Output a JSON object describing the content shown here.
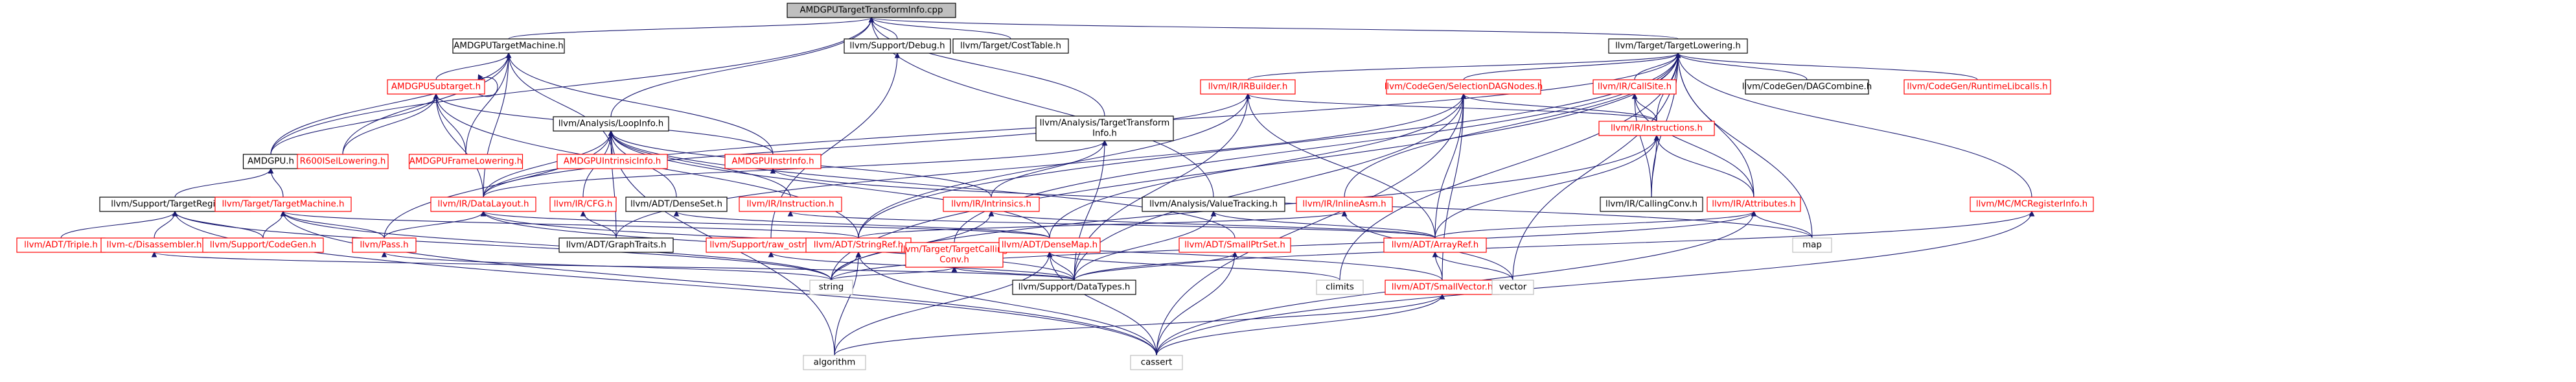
{
  "nodes": [
    {
      "id": "root",
      "label": "AMDGPUTargetTransformInfo.cpp",
      "style": "root"
    },
    {
      "id": "tm",
      "label": "AMDGPUTargetMachine.h",
      "style": "normal"
    },
    {
      "id": "debug",
      "label": "llvm/Support/Debug.h",
      "style": "normal"
    },
    {
      "id": "costtable",
      "label": "llvm/Target/CostTable.h",
      "style": "normal"
    },
    {
      "id": "tl",
      "label": "llvm/Target/TargetLowering.h",
      "style": "normal"
    },
    {
      "id": "subtarget",
      "label": "AMDGPUSubtarget.h",
      "style": "red"
    },
    {
      "id": "amdgpuh",
      "label": "AMDGPU.h",
      "style": "normal"
    },
    {
      "id": "r600",
      "label": "R600ISelLowering.h",
      "style": "red"
    },
    {
      "id": "framelow",
      "label": "AMDGPUFrameLowering.h",
      "style": "red"
    },
    {
      "id": "intrinsicinfo",
      "label": "AMDGPUIntrinsicInfo.h",
      "style": "red"
    },
    {
      "id": "instrinfo",
      "label": "AMDGPUInstrInfo.h",
      "style": "red"
    },
    {
      "id": "loopinfo",
      "label": "llvm/Analysis/LoopInfo.h",
      "style": "normal"
    },
    {
      "id": "tti",
      "label": "llvm/Analysis/TargetTransform Info.h",
      "style": "normal"
    },
    {
      "id": "valuetracking",
      "label": "llvm/Analysis/ValueTracking.h",
      "style": "normal"
    },
    {
      "id": "irbuilder",
      "label": "llvm/IR/IRBuilder.h",
      "style": "red"
    },
    {
      "id": "seldag",
      "label": "llvm/CodeGen/SelectionDAGNodes.h",
      "style": "red"
    },
    {
      "id": "callsite",
      "label": "llvm/IR/CallSite.h",
      "style": "red"
    },
    {
      "id": "dagcombine",
      "label": "llvm/CodeGen/DAGCombine.h",
      "style": "normal"
    },
    {
      "id": "rtlibcalls",
      "label": "llvm/CodeGen/RuntimeLibcalls.h",
      "style": "red"
    },
    {
      "id": "targetregistry",
      "label": "llvm/Support/TargetRegistry.h",
      "style": "normal"
    },
    {
      "id": "targetmachine",
      "label": "llvm/Target/TargetMachine.h",
      "style": "red"
    },
    {
      "id": "datalayout",
      "label": "llvm/IR/DataLayout.h",
      "style": "red"
    },
    {
      "id": "cfg",
      "label": "llvm/IR/CFG.h",
      "style": "red"
    },
    {
      "id": "denseset",
      "label": "llvm/ADT/DenseSet.h",
      "style": "normal"
    },
    {
      "id": "instruction",
      "label": "llvm/IR/Instruction.h",
      "style": "red"
    },
    {
      "id": "intrinsics",
      "label": "llvm/IR/Intrinsics.h",
      "style": "red"
    },
    {
      "id": "rawostream",
      "label": "llvm/Support/raw_ostream.h",
      "style": "red"
    },
    {
      "id": "inlineasm",
      "label": "llvm/IR/InlineAsm.h",
      "style": "red"
    },
    {
      "id": "instructions",
      "label": "llvm/IR/Instructions.h",
      "style": "red"
    },
    {
      "id": "callingconv",
      "label": "llvm/IR/CallingConv.h",
      "style": "normal"
    },
    {
      "id": "attributes",
      "label": "llvm/IR/Attributes.h",
      "style": "red"
    },
    {
      "id": "mcreginfo",
      "label": "llvm/MC/MCRegisterInfo.h",
      "style": "red"
    },
    {
      "id": "triple",
      "label": "llvm/ADT/Triple.h",
      "style": "red"
    },
    {
      "id": "disassembler",
      "label": "llvm-c/Disassembler.h",
      "style": "red"
    },
    {
      "id": "codegen",
      "label": "llvm/Support/CodeGen.h",
      "style": "red"
    },
    {
      "id": "pass",
      "label": "llvm/Pass.h",
      "style": "red"
    },
    {
      "id": "graphtraits",
      "label": "llvm/ADT/GraphTraits.h",
      "style": "normal"
    },
    {
      "id": "stringref",
      "label": "llvm/ADT/StringRef.h",
      "style": "red"
    },
    {
      "id": "tcc",
      "label": "llvm/Target/TargetCalling Conv.h",
      "style": "red"
    },
    {
      "id": "densemap",
      "label": "llvm/ADT/DenseMap.h",
      "style": "red"
    },
    {
      "id": "smallptrset",
      "label": "llvm/ADT/SmallPtrSet.h",
      "style": "red"
    },
    {
      "id": "arrayref",
      "label": "llvm/ADT/ArrayRef.h",
      "style": "red"
    },
    {
      "id": "map",
      "label": "map",
      "style": "ext"
    },
    {
      "id": "string",
      "label": "string",
      "style": "ext"
    },
    {
      "id": "datatypes",
      "label": "llvm/Support/DataTypes.h",
      "style": "normal"
    },
    {
      "id": "climits",
      "label": "climits",
      "style": "ext"
    },
    {
      "id": "smallvector",
      "label": "llvm/ADT/SmallVector.h",
      "style": "red"
    },
    {
      "id": "vector",
      "label": "vector",
      "style": "ext"
    },
    {
      "id": "algorithm",
      "label": "algorithm",
      "style": "ext"
    },
    {
      "id": "cassert",
      "label": "cassert",
      "style": "ext"
    }
  ],
  "edges": [
    [
      "root",
      "tm"
    ],
    [
      "root",
      "debug"
    ],
    [
      "root",
      "costtable"
    ],
    [
      "root",
      "tl"
    ],
    [
      "root",
      "amdgpuh"
    ],
    [
      "root",
      "loopinfo"
    ],
    [
      "root",
      "tti"
    ],
    [
      "root",
      "valuetracking"
    ],
    [
      "tm",
      "subtarget"
    ],
    [
      "tm",
      "amdgpuh"
    ],
    [
      "tm",
      "r600"
    ],
    [
      "tm",
      "framelow"
    ],
    [
      "tm",
      "intrinsicinfo"
    ],
    [
      "tm",
      "instrinfo"
    ],
    [
      "tm",
      "datalayout"
    ],
    [
      "subtarget",
      "subtarget"
    ],
    [
      "subtarget",
      "amdgpuh"
    ],
    [
      "subtarget",
      "r600"
    ],
    [
      "subtarget",
      "framelow"
    ],
    [
      "subtarget",
      "instrinfo"
    ],
    [
      "subtarget",
      "datalayout"
    ],
    [
      "subtarget",
      "stringref"
    ],
    [
      "amdgpuh",
      "targetregistry"
    ],
    [
      "amdgpuh",
      "targetmachine"
    ],
    [
      "debug",
      "rawostream"
    ],
    [
      "tl",
      "irbuilder"
    ],
    [
      "tl",
      "seldag"
    ],
    [
      "tl",
      "callsite"
    ],
    [
      "tl",
      "dagcombine"
    ],
    [
      "tl",
      "rtlibcalls"
    ],
    [
      "tl",
      "instructions"
    ],
    [
      "tl",
      "callingconv"
    ],
    [
      "tl",
      "attributes"
    ],
    [
      "tl",
      "mcreginfo"
    ],
    [
      "tl",
      "inlineasm"
    ],
    [
      "tl",
      "datalayout"
    ],
    [
      "tl",
      "tcc"
    ],
    [
      "tl",
      "stringref"
    ],
    [
      "tl",
      "map"
    ],
    [
      "tl",
      "climits"
    ],
    [
      "tl",
      "vector"
    ],
    [
      "tl",
      "string"
    ],
    [
      "loopinfo",
      "datalayout"
    ],
    [
      "loopinfo",
      "cfg"
    ],
    [
      "loopinfo",
      "denseset"
    ],
    [
      "loopinfo",
      "instruction"
    ],
    [
      "loopinfo",
      "pass"
    ],
    [
      "loopinfo",
      "graphtraits"
    ],
    [
      "loopinfo",
      "smallptrset"
    ],
    [
      "loopinfo",
      "densemap"
    ],
    [
      "loopinfo",
      "algorithm"
    ],
    [
      "loopinfo",
      "intrinsics"
    ],
    [
      "tti",
      "datalayout"
    ],
    [
      "tti",
      "intrinsics"
    ],
    [
      "tti",
      "datatypes"
    ],
    [
      "valuetracking",
      "arrayref"
    ],
    [
      "valuetracking",
      "datatypes"
    ],
    [
      "irbuilder",
      "instructions"
    ],
    [
      "irbuilder",
      "arrayref"
    ],
    [
      "irbuilder",
      "datalayout"
    ],
    [
      "irbuilder",
      "stringref"
    ],
    [
      "irbuilder",
      "datatypes"
    ],
    [
      "seldag",
      "instructions"
    ],
    [
      "seldag",
      "arrayref"
    ],
    [
      "seldag",
      "densemap"
    ],
    [
      "seldag",
      "smallvector"
    ],
    [
      "seldag",
      "datatypes"
    ],
    [
      "seldag",
      "cassert"
    ],
    [
      "seldag",
      "graphtraits"
    ],
    [
      "callsite",
      "instructions"
    ],
    [
      "callsite",
      "attributes"
    ],
    [
      "callsite",
      "callingconv"
    ],
    [
      "instructions",
      "attributes"
    ],
    [
      "instructions",
      "callingconv"
    ],
    [
      "instructions",
      "arrayref"
    ],
    [
      "instructions",
      "string"
    ],
    [
      "attributes",
      "arrayref"
    ],
    [
      "attributes",
      "map"
    ],
    [
      "attributes",
      "string"
    ],
    [
      "attributes",
      "cassert"
    ],
    [
      "mcreginfo",
      "datatypes"
    ],
    [
      "mcreginfo",
      "cassert"
    ],
    [
      "inlineasm",
      "stringref"
    ],
    [
      "inlineasm",
      "vector"
    ],
    [
      "targetregistry",
      "triple"
    ],
    [
      "targetregistry",
      "disassembler"
    ],
    [
      "targetregistry",
      "codegen"
    ],
    [
      "targetregistry",
      "string"
    ],
    [
      "targetregistry",
      "cassert"
    ],
    [
      "targetmachine",
      "pass"
    ],
    [
      "targetmachine",
      "codegen"
    ],
    [
      "targetmachine",
      "stringref"
    ],
    [
      "targetmachine",
      "cassert"
    ],
    [
      "targetmachine",
      "string"
    ],
    [
      "datalayout",
      "pass"
    ],
    [
      "datalayout",
      "densemap"
    ],
    [
      "datalayout",
      "smallvector"
    ],
    [
      "datalayout",
      "datatypes"
    ],
    [
      "cfg",
      "graphtraits"
    ],
    [
      "denseset",
      "densemap"
    ],
    [
      "instruction",
      "arrayref"
    ],
    [
      "intrinsics",
      "arrayref"
    ],
    [
      "intrinsics",
      "string"
    ],
    [
      "rawostream",
      "stringref"
    ],
    [
      "rawostream",
      "datatypes"
    ],
    [
      "disassembler",
      "datatypes"
    ],
    [
      "pass",
      "string"
    ],
    [
      "stringref",
      "string"
    ],
    [
      "stringref",
      "algorithm"
    ],
    [
      "stringref",
      "cassert"
    ],
    [
      "tcc",
      "datatypes"
    ],
    [
      "tcc",
      "string"
    ],
    [
      "densemap",
      "datatypes"
    ],
    [
      "densemap",
      "climits"
    ],
    [
      "densemap",
      "algorithm"
    ],
    [
      "densemap",
      "cassert"
    ],
    [
      "smallptrset",
      "datatypes"
    ],
    [
      "smallptrset",
      "cassert"
    ],
    [
      "arrayref",
      "smallvector"
    ],
    [
      "arrayref",
      "vector"
    ],
    [
      "smallvector",
      "algorithm"
    ],
    [
      "smallvector",
      "cassert"
    ],
    [
      "instrinfo",
      "map"
    ]
  ]
}
